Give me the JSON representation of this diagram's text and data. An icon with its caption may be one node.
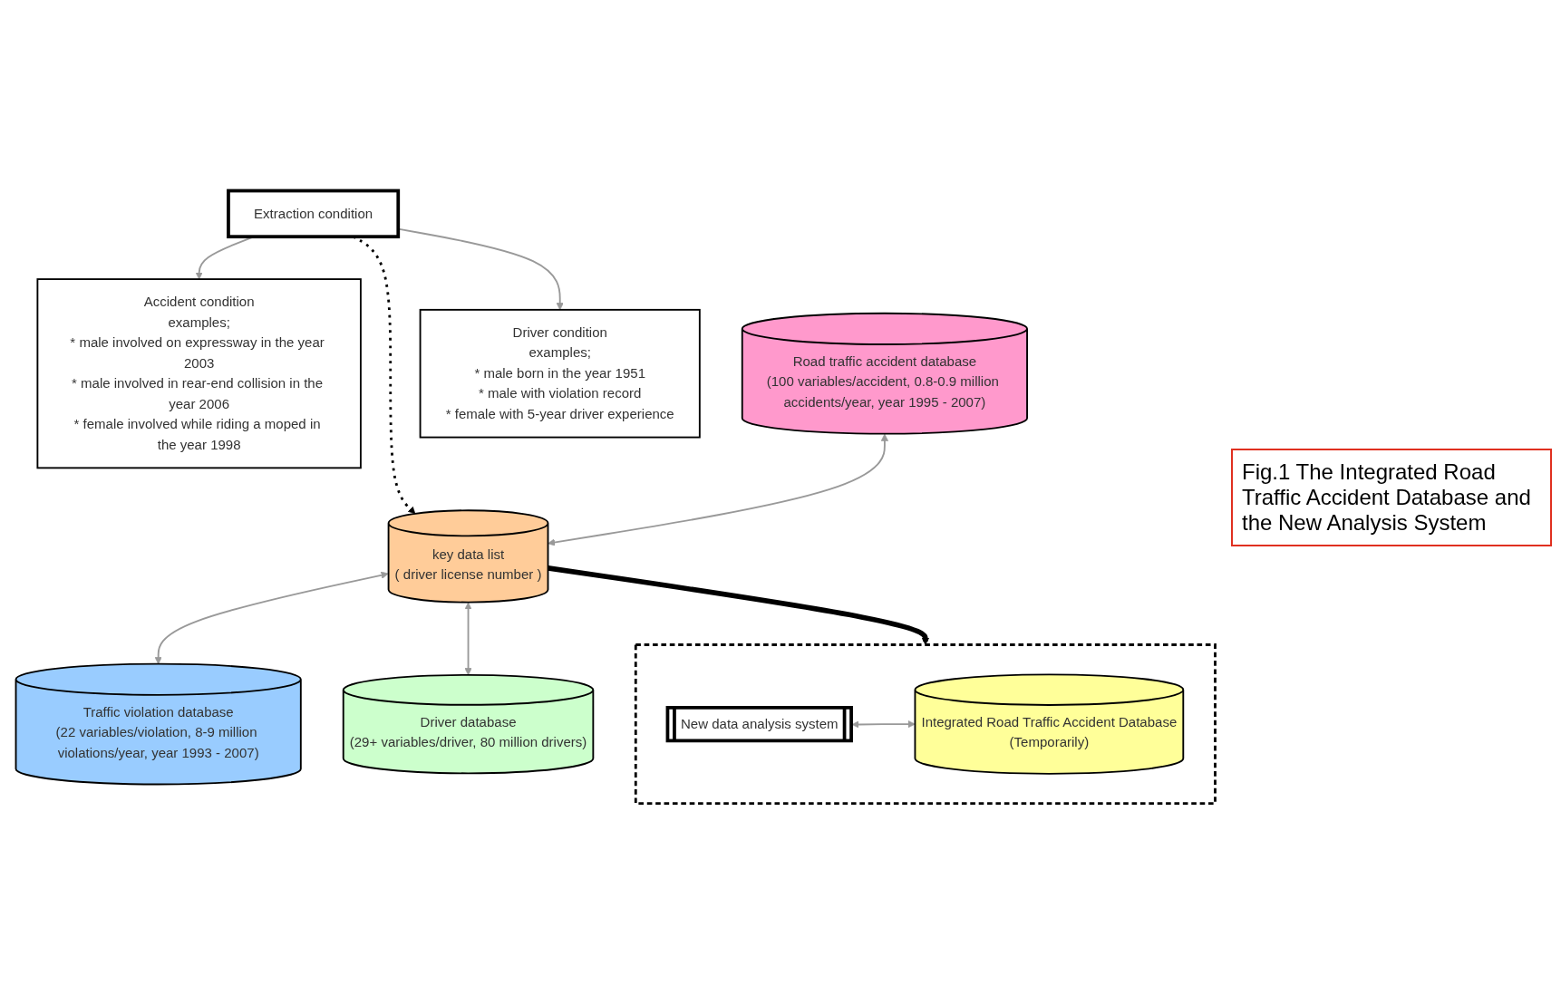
{
  "diagram": {
    "caption": "Fig.1 The Integrated Road Traffic Accident Database and the New Analysis System",
    "nodes": [
      {
        "text": [
          "Extraction condition"
        ]
      },
      {
        "text": [
          "Accident condition",
          "examples;",
          "* male involved on expressway in the year 2003",
          "* male involved in rear-end collision in the year 2006",
          "* female involved while riding a moped in the year 1998"
        ]
      },
      {
        "text": [
          "Driver condition",
          "examples;",
          "* male born in the year 1951",
          "* male with violation record",
          "* female with 5-year driver experience"
        ]
      },
      {
        "text": [
          "Road traffic accident database",
          "(100 variables/accident, 0.8-0.9 million accidents/year, year 1995 - 2007)"
        ]
      },
      {
        "text": [
          "key data list",
          "( driver license number )"
        ]
      },
      {
        "text": [
          "Traffic violation database",
          "(22 variables/violation, 8-9 million violations/year, year 1993 - 2007)"
        ]
      },
      {
        "text": [
          "Driver database",
          "(29+ variables/driver, 80 million drivers)"
        ]
      },
      {
        "text": [],
        "shape": "box"
      },
      {
        "text": [
          "New data analysis system"
        ],
        "in": 7
      },
      {
        "text": [
          "Integrated Road Traffic Accident Database",
          "(Temporarily)"
        ],
        "in": 7
      }
    ],
    "edges": [
      {
        "from": 0,
        "to": 1,
        "arrow": "to"
      },
      {
        "from": 0,
        "to": 2,
        "arrow": "to"
      },
      {
        "from": 0,
        "to": 4,
        "arrow": "to",
        "style": "dashed",
        "color": "#000000"
      },
      {
        "from": 3,
        "to": 4,
        "arrow": "both"
      },
      {
        "from": 4,
        "to": 5,
        "arrow": "both"
      },
      {
        "from": 4,
        "to": 6,
        "arrow": "both"
      },
      {
        "from": 4,
        "to": 7,
        "arrow": "to",
        "style": "thick",
        "color": "#000000"
      },
      {
        "from": 8,
        "to": 9,
        "arrow": "both"
      }
    ]
  }
}
